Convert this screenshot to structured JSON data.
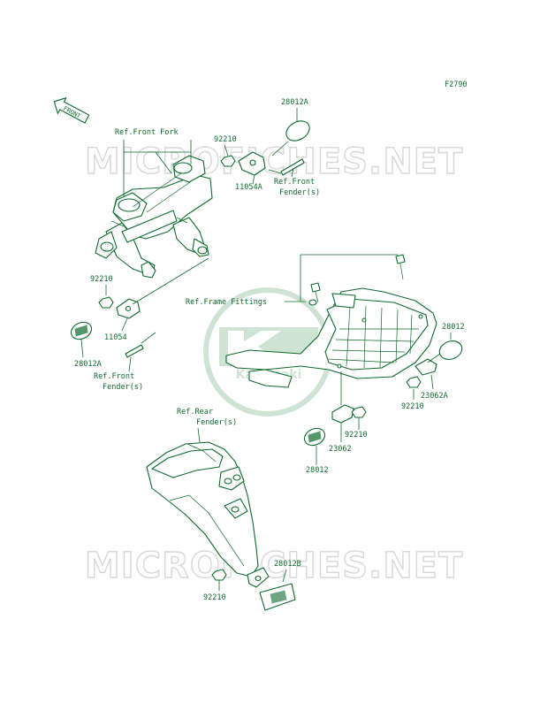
{
  "diagram_code": "F2790",
  "front_arrow_label": "FRONT",
  "watermark_text": "MICROFICHES.NET",
  "brand_logo_text": "Kawasaki",
  "colors": {
    "line": "#0d6b2c",
    "watermark": "#d7d7d7",
    "logo": "#cfe3d4"
  },
  "labels": {
    "p28012A_top": "28012A",
    "p92210_top": "92210",
    "p11054A": "11054A",
    "ref_front_fork": "Ref.Front Fork",
    "ref_front_fender_top_1": "Ref.Front",
    "ref_front_fender_top_2": "Fender(s)",
    "p92210_left": "92210",
    "p11054": "11054",
    "p28012A_left": "28012A",
    "ref_front_fender_left_1": "Ref.Front",
    "ref_front_fender_left_2": "Fender(s)",
    "ref_frame_fittings": "Ref.Frame Fittings",
    "p28012_right": "28012",
    "p23062A": "23062A",
    "p92210_right": "92210",
    "p92210_mid": "92210",
    "p23062": "23062",
    "p28012_mid": "28012",
    "ref_rear_fender_1": "Ref.Rear",
    "ref_rear_fender_2": "Fender(s)",
    "p28012B": "28012B",
    "p92210_bottom": "92210"
  }
}
